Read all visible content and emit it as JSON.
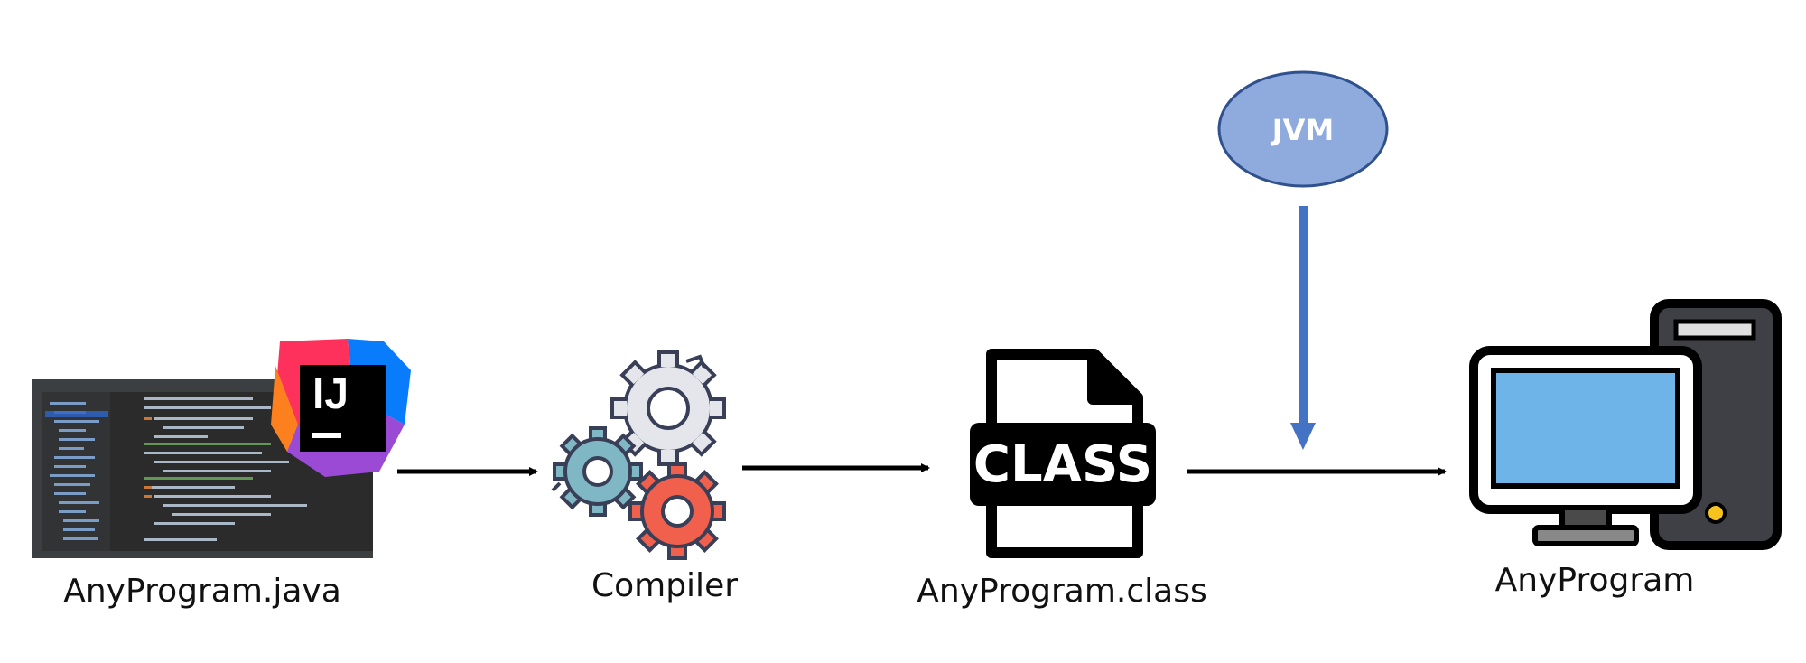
{
  "nodes": {
    "source": {
      "label": "AnyProgram.java",
      "icon": "intellij-ide-screenshot-icon",
      "logo_text": "IJ"
    },
    "compiler": {
      "label": "Compiler",
      "icon": "gears-icon"
    },
    "bytecode": {
      "label": "AnyProgram.class",
      "icon": "class-file-icon",
      "badge_text": "CLASS"
    },
    "runtime": {
      "label": "AnyProgram",
      "icon": "desktop-computer-icon"
    },
    "jvm": {
      "label": "JVM"
    }
  },
  "colors": {
    "jvm_fill": "#8faadc",
    "jvm_stroke": "#2f528f",
    "jvm_arrow": "#4472c4",
    "arrow": "#000000",
    "gear_grey": "#e4e6eb",
    "gear_teal": "#7fb7c4",
    "gear_red": "#f0604d",
    "screen": "#6fb4e8"
  }
}
